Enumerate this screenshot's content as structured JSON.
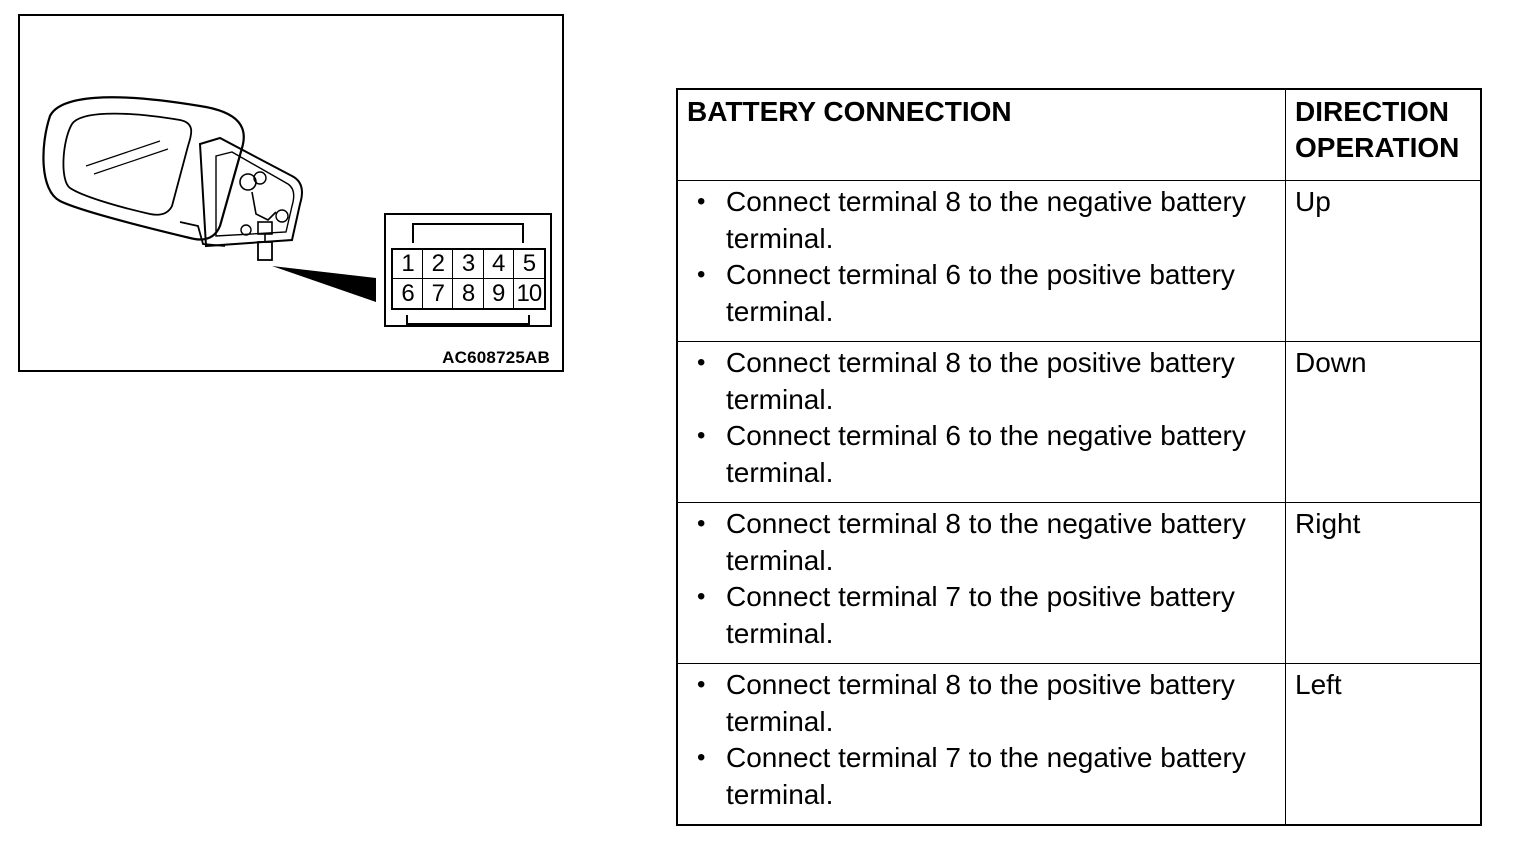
{
  "figure": {
    "code": "AC608725AB",
    "connector_pins": [
      "1",
      "2",
      "3",
      "4",
      "5",
      "6",
      "7",
      "8",
      "9",
      "10"
    ]
  },
  "table": {
    "headers": [
      "BATTERY CONNECTION",
      "DIRECTION OPERATION"
    ],
    "rows": [
      {
        "connection": [
          "Connect terminal 8 to the negative battery terminal.",
          "Connect terminal 6 to the positive battery terminal."
        ],
        "direction": "Up"
      },
      {
        "connection": [
          "Connect terminal 8 to the positive battery terminal.",
          "Connect terminal 6 to the negative battery terminal."
        ],
        "direction": "Down"
      },
      {
        "connection": [
          "Connect terminal 8 to the negative battery terminal.",
          "Connect terminal 7 to the positive battery terminal."
        ],
        "direction": "Right"
      },
      {
        "connection": [
          "Connect terminal 8 to the positive battery terminal.",
          "Connect terminal 7 to the negative battery terminal."
        ],
        "direction": "Left"
      }
    ]
  }
}
